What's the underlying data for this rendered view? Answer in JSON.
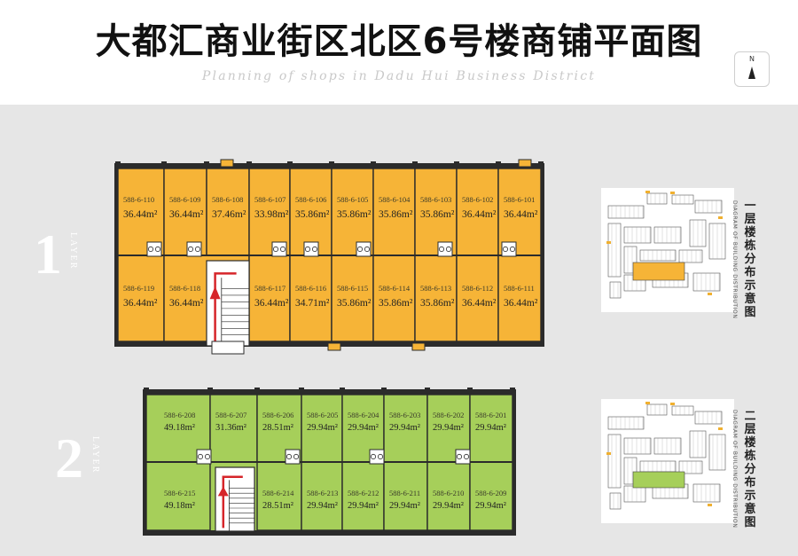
{
  "header": {
    "title": "大都汇商业街区北区6号楼商铺平面图",
    "subtitle": "Planning of shops in Dadu Hui Business District",
    "compass_letter": "N"
  },
  "floors": [
    {
      "number": "1",
      "layer_label": "LAYER",
      "color": "#f6b437",
      "caption_cn": "一层楼栋分布示意图",
      "caption_en": "DIAGRAM OF BUILDING DISTRIBUTION",
      "top_row": [
        {
          "code": "588-6-110",
          "area": "36.44m²"
        },
        {
          "code": "588-6-109",
          "area": "36.44m²"
        },
        {
          "code": "588-6-108",
          "area": "37.46m²"
        },
        {
          "code": "588-6-107",
          "area": "33.98m²"
        },
        {
          "code": "588-6-106",
          "area": "35.86m²"
        },
        {
          "code": "588-6-105",
          "area": "35.86m²"
        },
        {
          "code": "588-6-104",
          "area": "35.86m²"
        },
        {
          "code": "588-6-103",
          "area": "35.86m²"
        },
        {
          "code": "588-6-102",
          "area": "36.44m²"
        },
        {
          "code": "588-6-101",
          "area": "36.44m²"
        }
      ],
      "bottom_row": [
        {
          "code": "588-6-119",
          "area": "36.44m²"
        },
        {
          "code": "588-6-118",
          "area": "36.44m²"
        },
        {
          "code": "588-6-117",
          "area": "36.44m²"
        },
        {
          "code": "588-6-116",
          "area": "34.71m²"
        },
        {
          "code": "588-6-115",
          "area": "35.86m²"
        },
        {
          "code": "588-6-114",
          "area": "35.86m²"
        },
        {
          "code": "588-6-113",
          "area": "35.86m²"
        },
        {
          "code": "588-6-112",
          "area": "36.44m²"
        },
        {
          "code": "588-6-111",
          "area": "36.44m²"
        }
      ]
    },
    {
      "number": "2",
      "layer_label": "LAYER",
      "color": "#a6cf5a",
      "caption_cn": "二层楼栋分布示意图",
      "caption_en": "DIAGRAM OF BUILDING DISTRIBUTION",
      "top_row": [
        {
          "code": "588-6-208",
          "area": "49.18m²"
        },
        {
          "code": "588-6-207",
          "area": "31.36m²"
        },
        {
          "code": "588-6-206",
          "area": "28.51m²"
        },
        {
          "code": "588-6-205",
          "area": "29.94m²"
        },
        {
          "code": "588-6-204",
          "area": "29.94m²"
        },
        {
          "code": "588-6-203",
          "area": "29.94m²"
        },
        {
          "code": "588-6-202",
          "area": "29.94m²"
        },
        {
          "code": "588-6-201",
          "area": "29.94m²"
        }
      ],
      "bottom_row": [
        {
          "code": "588-6-215",
          "area": "49.18m²"
        },
        {
          "code": "588-6-214",
          "area": "28.51m²"
        },
        {
          "code": "588-6-213",
          "area": "29.94m²"
        },
        {
          "code": "588-6-212",
          "area": "29.94m²"
        },
        {
          "code": "588-6-211",
          "area": "29.94m²"
        },
        {
          "code": "588-6-210",
          "area": "29.94m²"
        },
        {
          "code": "588-6-209",
          "area": "29.94m²"
        }
      ]
    }
  ],
  "colors": {
    "background": "#e6e6e6",
    "wall": "#2b2b2b",
    "stair_arrow": "#d6252a"
  }
}
